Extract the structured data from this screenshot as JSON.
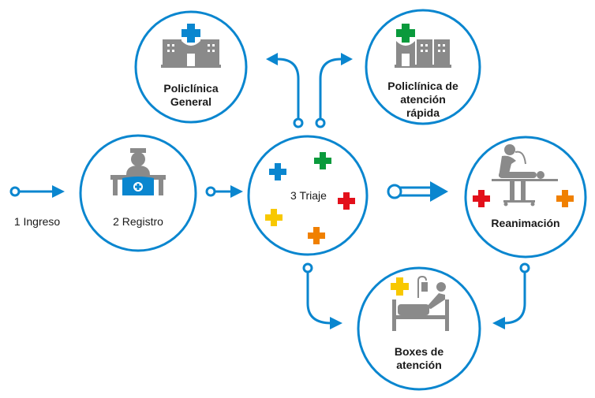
{
  "colors": {
    "accent": "#0a86cf",
    "icon_gray": "#8a8a8a",
    "cross_blue": "#0a86cf",
    "cross_green": "#0a9a3c",
    "cross_red": "#e3101b",
    "cross_yellow": "#f8c800",
    "cross_orange": "#f08000",
    "text": "#1a1a1a"
  },
  "nodes": {
    "ingreso": {
      "label": "1 Ingreso"
    },
    "registro": {
      "label": "2 Registro",
      "icon": "reception-desk-icon"
    },
    "triaje": {
      "label": "3 Triaje",
      "icon": "triage-crosses-icon"
    },
    "policlinica_general": {
      "line1": "Policlínica",
      "line2": "General",
      "icon": "hospital-building-icon"
    },
    "policlinica_rapida": {
      "line1": "Policlínica de",
      "line2": "atención",
      "line3": "rápida",
      "icon": "hospital-building-icon"
    },
    "reanimacion": {
      "label": "Reanimación",
      "icon": "resuscitation-icon"
    },
    "boxes": {
      "line1": "Boxes de",
      "line2": "atención",
      "icon": "hospital-bed-icon"
    }
  }
}
